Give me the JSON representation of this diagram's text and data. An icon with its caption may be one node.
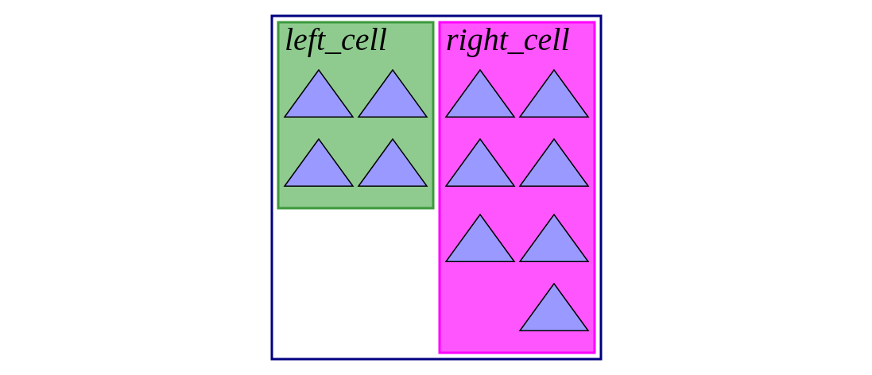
{
  "diagram": {
    "nodes": [
      {
        "text": [],
        "shape": "box"
      },
      {
        "text": [
          "left_cell"
        ],
        "in": 0
      },
      {
        "text": [
          "right_cell"
        ],
        "in": 0
      },
      {
        "text": [],
        "shape": "triangle",
        "in": 1
      },
      {
        "text": [],
        "shape": "triangle",
        "in": 1
      },
      {
        "text": [],
        "shape": "triangle",
        "in": 1
      },
      {
        "text": [],
        "shape": "triangle",
        "in": 1
      },
      {
        "text": [],
        "shape": "triangle",
        "in": 2
      },
      {
        "text": [],
        "shape": "triangle",
        "in": 2
      },
      {
        "text": [],
        "shape": "triangle",
        "in": 2
      },
      {
        "text": [],
        "shape": "triangle",
        "in": 2
      },
      {
        "text": [],
        "shape": "triangle",
        "in": 2
      },
      {
        "text": [],
        "shape": "triangle",
        "in": 2
      },
      {
        "text": [],
        "shape": "triangle",
        "in": 2
      }
    ]
  }
}
